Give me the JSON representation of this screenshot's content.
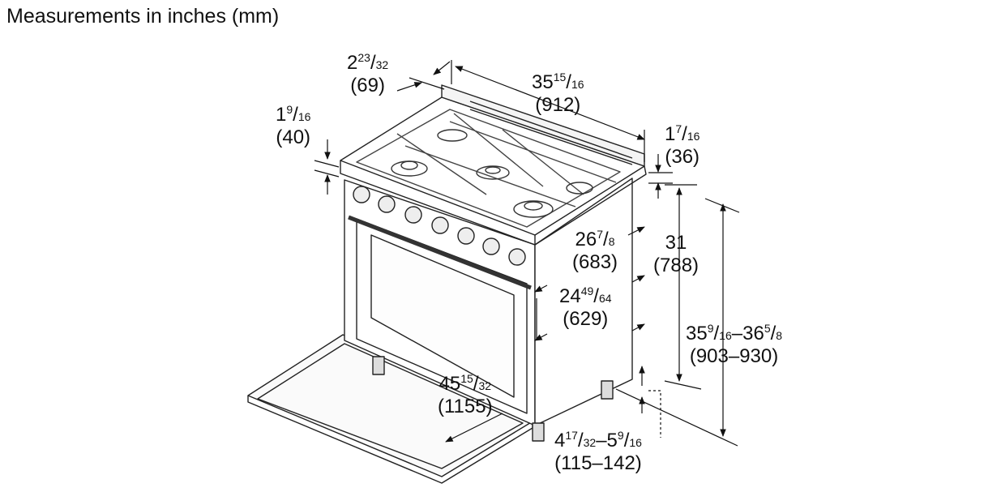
{
  "title": "Measurements in inches (mm)",
  "dims": {
    "d1": {
      "whole": "2",
      "num": "23",
      "den": "32",
      "mm": "(69)"
    },
    "d2": {
      "whole": "35",
      "num": "15",
      "den": "16",
      "mm": "(912)"
    },
    "d3": {
      "whole": "1",
      "num": "9",
      "den": "16",
      "mm": "(40)"
    },
    "d4": {
      "whole": "1",
      "num": "7",
      "den": "16",
      "mm": "(36)"
    },
    "d5": {
      "whole": "26",
      "num": "7",
      "den": "8",
      "mm": "(683)"
    },
    "d6": {
      "whole": "31",
      "mm": "(788)"
    },
    "d7": {
      "whole": "24",
      "num": "49",
      "den": "64",
      "mm": "(629)"
    },
    "d8": {
      "whole1": "35",
      "num1": "9",
      "den1": "16",
      "sep": "–",
      "whole2": "36",
      "num2": "5",
      "den2": "8",
      "mm": "(903–930)"
    },
    "d9": {
      "whole": "45",
      "num": "15",
      "den": "32",
      "mm": "(1155)"
    },
    "d10": {
      "whole1": "4",
      "num1": "17",
      "den1": "32",
      "sep": "–",
      "whole2": "5",
      "num2": "9",
      "den2": "16",
      "mm": "(115–142)"
    }
  }
}
